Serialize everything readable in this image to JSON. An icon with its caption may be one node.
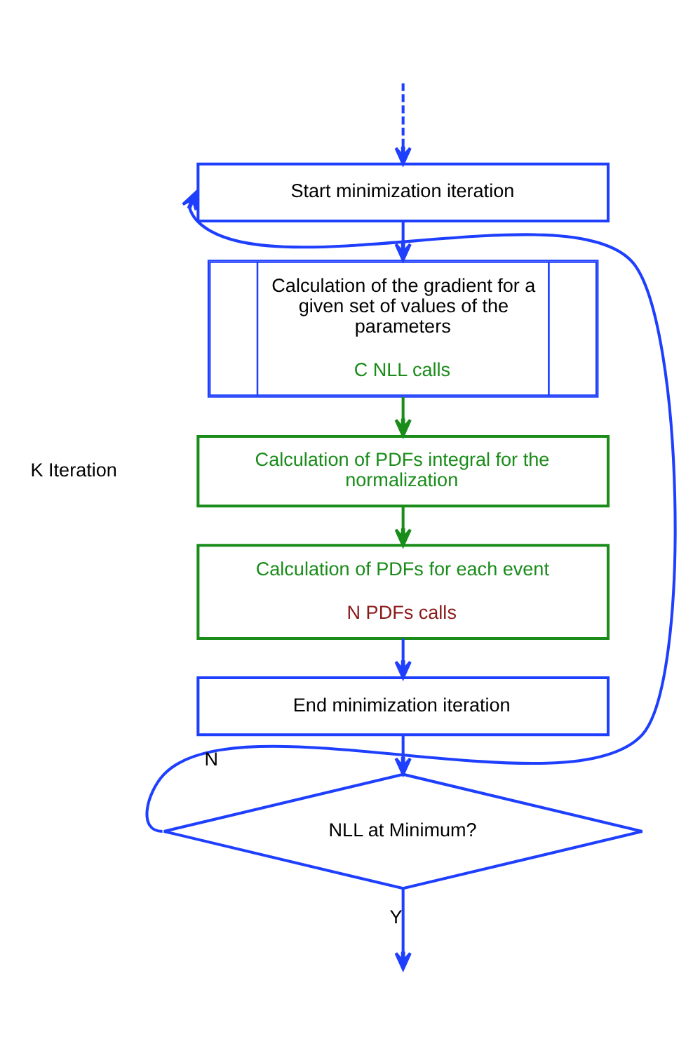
{
  "diagram": {
    "nodes": [
      {
        "text": [
          "Start minimization iteration"
        ]
      },
      {
        "text": [
          "Calculation of the gradient for a given set of values of the parameters",
          "C NLL calls"
        ]
      },
      {
        "text": [
          "Calculation of PDFs integral for the normalization"
        ]
      },
      {
        "text": [
          "Calculation of PDFs for each event",
          "N PDFs calls"
        ]
      },
      {
        "text": [
          "End minimization iteration"
        ]
      },
      {
        "text": [
          "NLL at Minimum?"
        ]
      }
    ],
    "edges": [
      {
        "from": null,
        "to": 0,
        "arrow": "to",
        "style": "dashed"
      },
      {
        "from": 0,
        "to": 1,
        "arrow": "to"
      },
      {
        "from": 1,
        "to": 2,
        "arrow": "to",
        "color": "#1a8c1a"
      },
      {
        "from": 2,
        "to": 3,
        "arrow": "to",
        "color": "#1a8c1a"
      },
      {
        "from": 3,
        "to": 4,
        "arrow": "to"
      },
      {
        "from": 4,
        "to": 5,
        "arrow": "to"
      },
      {
        "from": 5,
        "to": 0,
        "arrow": "to",
        "label": "N"
      },
      {
        "from": 5,
        "to": null,
        "arrow": "to",
        "label": "Y"
      }
    ],
    "labels": [
      "K Iteration"
    ]
  }
}
